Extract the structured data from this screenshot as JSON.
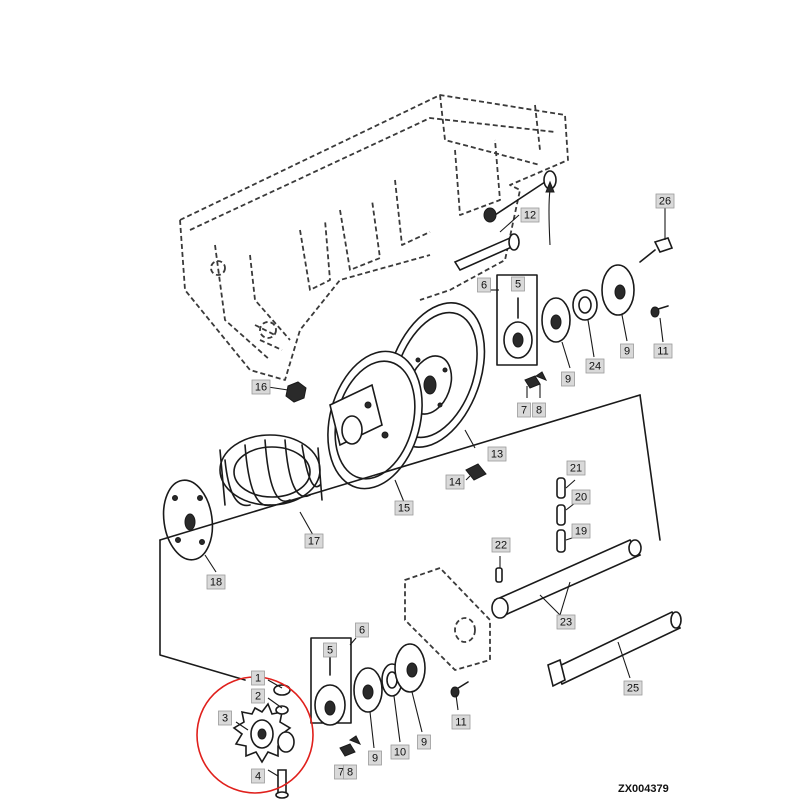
{
  "figure_code": "ZX004379",
  "highlight_color": "#e0201c",
  "callouts": {
    "c1": "1",
    "c2": "2",
    "c3": "3",
    "c4": "4",
    "c5a": "5",
    "c5b": "5",
    "c6a": "6",
    "c6b": "6",
    "c7a": "7",
    "c7b": "7",
    "c8a": "8",
    "c8b": "8",
    "c9a": "9",
    "c9b": "9",
    "c9c": "9",
    "c9d": "9",
    "c10": "10",
    "c11a": "11",
    "c11b": "11",
    "c12": "12",
    "c13": "13",
    "c14": "14",
    "c15": "15",
    "c16": "16",
    "c17": "17",
    "c18": "18",
    "c19": "19",
    "c20": "20",
    "c21": "21",
    "c22": "22",
    "c23": "23",
    "c24": "24",
    "c25": "25",
    "c26": "26"
  }
}
